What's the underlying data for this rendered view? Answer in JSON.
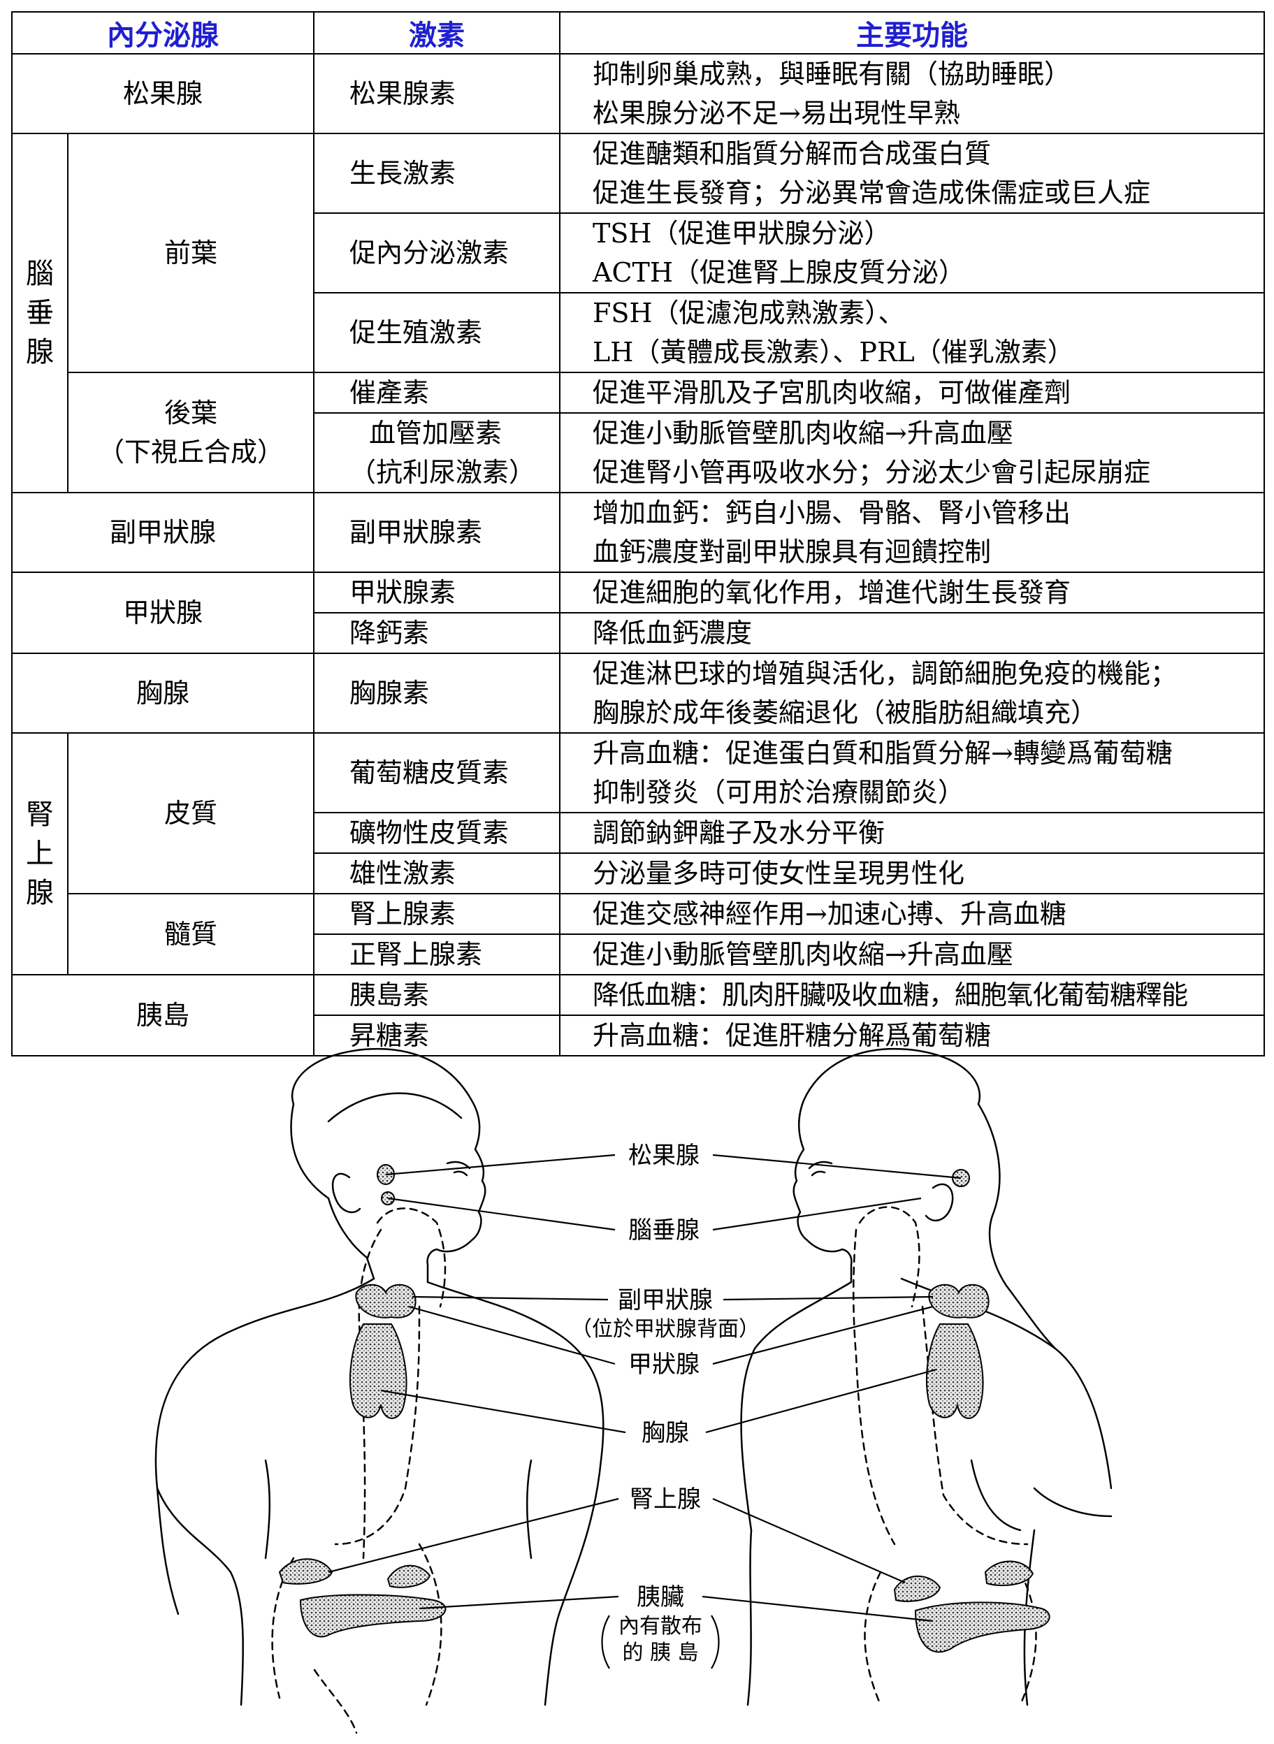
{
  "headers": {
    "gland": "內分泌腺",
    "hormone": "激素",
    "function": "主要功能"
  },
  "rows": {
    "pineal": {
      "gland": "松果腺",
      "hormone": "松果腺素",
      "f1": "抑制卵巢成熟，與睡眠有關（協助睡眠）",
      "f2": "松果腺分泌不足→易出現性早熟"
    },
    "pituitary": {
      "gland_chars": [
        "腦",
        "垂",
        "腺"
      ],
      "anterior": "前葉",
      "posterior_1": "後葉",
      "posterior_2": "（下視丘合成）"
    },
    "gh": {
      "hormone": "生長激素",
      "f1": "促進醣類和脂質分解而合成蛋白質",
      "f2": "促進生長發育；分泌異常會造成侏儒症或巨人症"
    },
    "tropic": {
      "hormone": "促內分泌激素",
      "f1": "TSH（促進甲狀腺分泌）",
      "f2": "ACTH（促進腎上腺皮質分泌）"
    },
    "gonado": {
      "hormone": "促生殖激素",
      "f1": "FSH（促濾泡成熟激素）、",
      "f2": "LH（黃體成長激素）、PRL（催乳激素）"
    },
    "oxytocin": {
      "hormone": "催產素",
      "f1": "促進平滑肌及子宮肌肉收縮，可做催產劑"
    },
    "adh": {
      "hormone_1": "血管加壓素",
      "hormone_2": "（抗利尿激素）",
      "f1": "促進小動脈管壁肌肉收縮→升高血壓",
      "f2": "促進腎小管再吸收水分；分泌太少會引起尿崩症"
    },
    "parathyroid": {
      "gland": "副甲狀腺",
      "hormone": "副甲狀腺素",
      "f1": "增加血鈣：鈣自小腸、骨骼、腎小管移出",
      "f2": "血鈣濃度對副甲狀腺具有迴饋控制"
    },
    "thyroid": {
      "gland": "甲狀腺",
      "hormone_a": "甲狀腺素",
      "f_a": "促進細胞的氧化作用，增進代謝生長發育",
      "hormone_b": "降鈣素",
      "f_b": "降低血鈣濃度"
    },
    "thymus": {
      "gland": "胸腺",
      "hormone": "胸腺素",
      "f1": "促進淋巴球的增殖與活化，調節細胞免疫的機能；",
      "f2": "胸腺於成年後萎縮退化（被脂肪組織填充）"
    },
    "adrenal": {
      "gland_chars": [
        "腎",
        "上",
        "腺"
      ],
      "cortex": "皮質",
      "medulla": "髓質",
      "gluco": "葡萄糖皮質素",
      "gluco_f1": "升高血糖：促進蛋白質和脂質分解→轉變爲葡萄糖",
      "gluco_f2": "抑制發炎（可用於治療關節炎）",
      "mineral": "礦物性皮質素",
      "mineral_f": "調節鈉鉀離子及水分平衡",
      "andro": "雄性激素",
      "andro_f": "分泌量多時可使女性呈現男性化",
      "epi": "腎上腺素",
      "epi_f": "促進交感神經作用→加速心搏、升高血糖",
      "norepi": "正腎上腺素",
      "norepi_f": "促進小動脈管壁肌肉收縮→升高血壓"
    },
    "islets": {
      "gland": "胰島",
      "insulin": "胰島素",
      "insulin_f": "降低血糖：肌肉肝臟吸收血糖，細胞氧化葡萄糖釋能",
      "glucagon": "昇糖素",
      "glucagon_f": "升高血糖：促進肝糖分解爲葡萄糖"
    }
  },
  "diagram": {
    "pineal": "松果腺",
    "pituitary": "腦垂腺",
    "parathyroid": "副甲狀腺",
    "parathyroid_note": "（位於甲狀腺背面）",
    "thyroid": "甲狀腺",
    "thymus": "胸腺",
    "adrenal": "腎上腺",
    "pancreas": "胰臟",
    "pancreas_note_1": "內有散布",
    "pancreas_note_2": "的 胰 島"
  }
}
